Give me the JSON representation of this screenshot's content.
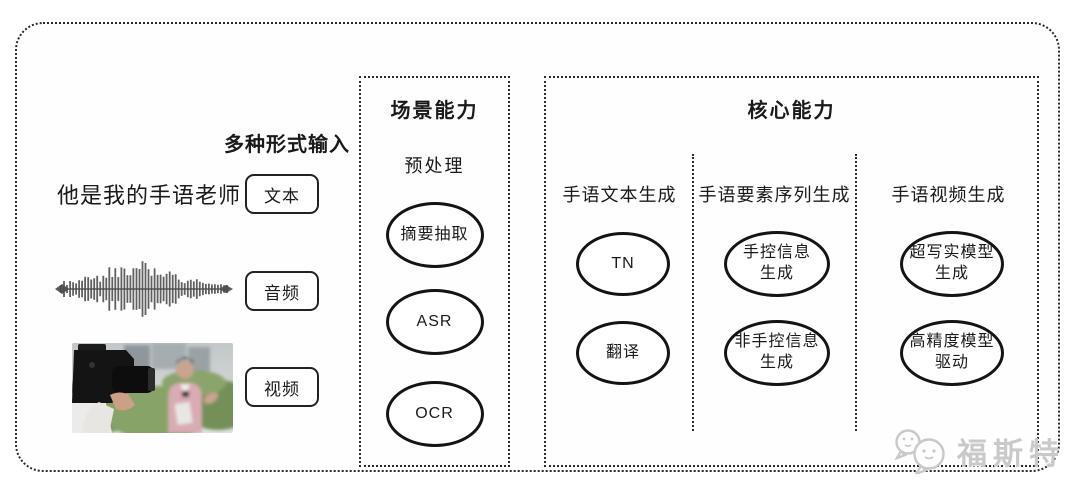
{
  "input_section": {
    "label": "多种形式输入",
    "sentence": "他是我的手语老师",
    "text_button": "文本",
    "audio_button": "音频",
    "video_button": "视频"
  },
  "scene_box": {
    "title": "场景能力",
    "subtitle": "预处理",
    "nodes": [
      "摘要抽取",
      "ASR",
      "OCR"
    ]
  },
  "core_box": {
    "title": "核心能力",
    "columns": [
      {
        "header": "手语文本生成",
        "nodes": [
          "TN",
          "翻译"
        ]
      },
      {
        "header": "手语要素序列生成",
        "nodes": [
          "手控信息\n生成",
          "非手控信息\n生成"
        ]
      },
      {
        "header": "手语视频生成",
        "nodes": [
          "超写实模型\n生成",
          "高精度模型\n驱动"
        ]
      }
    ]
  },
  "watermark": {
    "text": "福斯特",
    "icon": "chat-faces-icon",
    "color": "#c9c9c9"
  },
  "colors": {
    "border": "#2b2b2b",
    "text": "#1a1a1a",
    "background": "#ffffff",
    "ellipse_stroke": "#141414"
  }
}
